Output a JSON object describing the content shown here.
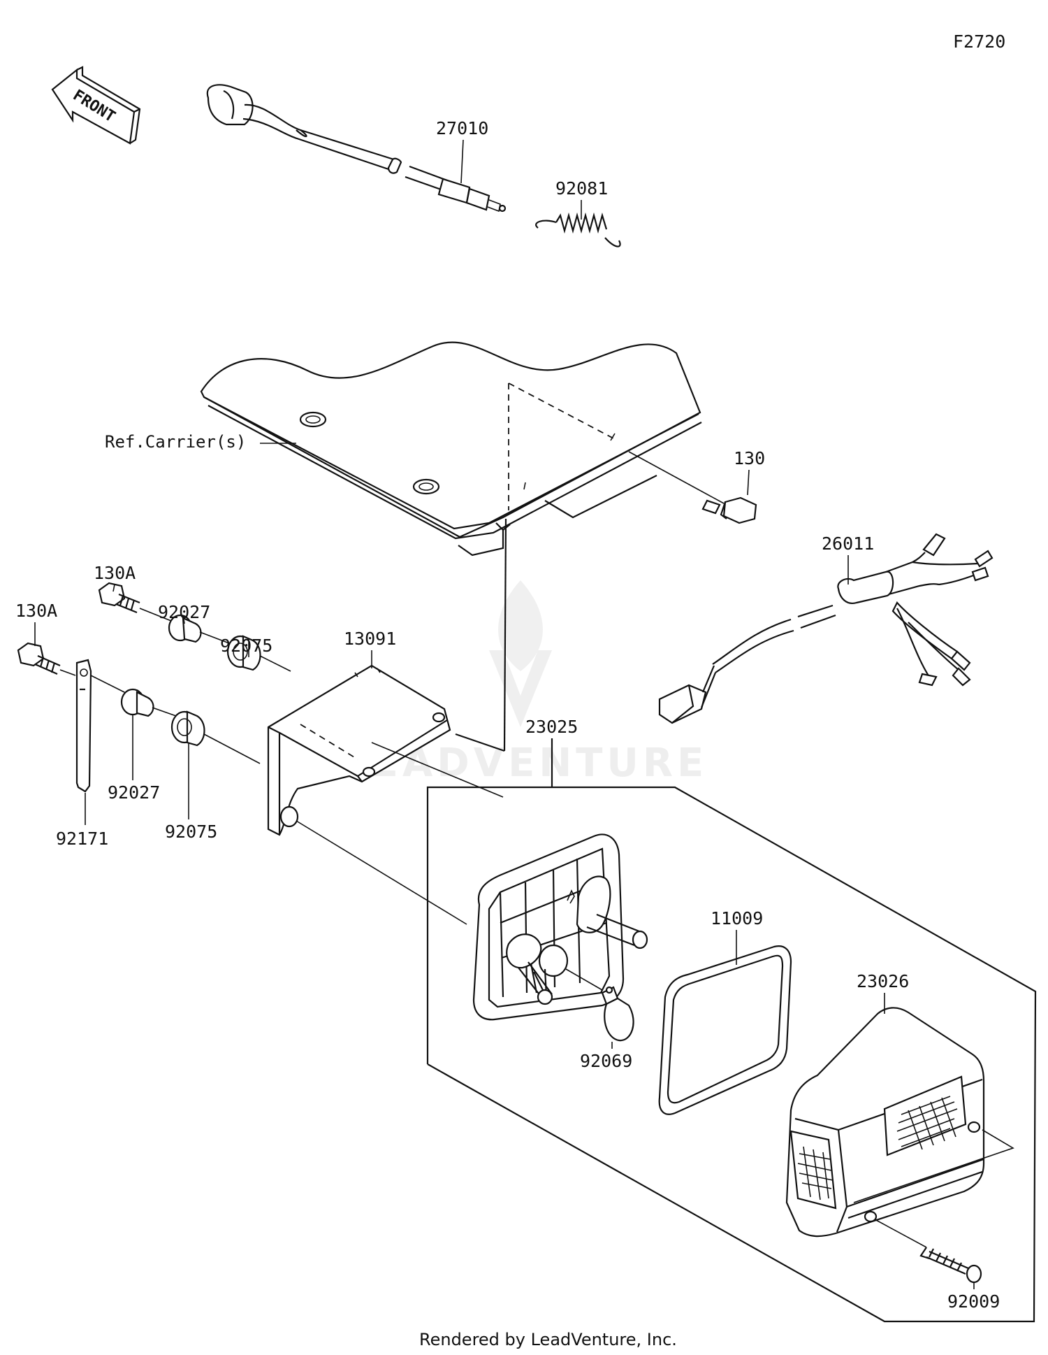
{
  "diagram_code": "F2720",
  "front_label": "FRONT",
  "ref_label": "Ref.Carrier(s)",
  "watermark": "LEADVENTURE",
  "footer": "Rendered by LeadVenture, Inc.",
  "parts": {
    "p27010": "27010",
    "p92081": "92081",
    "p130": "130",
    "p26011": "26011",
    "p130a_upper": "130A",
    "p130a_left": "130A",
    "p92027_upper": "92027",
    "p92075_upper": "92075",
    "p13091": "13091",
    "p92027_lower": "92027",
    "p92075_lower": "92075",
    "p92171": "92171",
    "p23025": "23025",
    "p11009": "11009",
    "p23026": "23026",
    "p92069": "92069",
    "p92009": "92009"
  }
}
